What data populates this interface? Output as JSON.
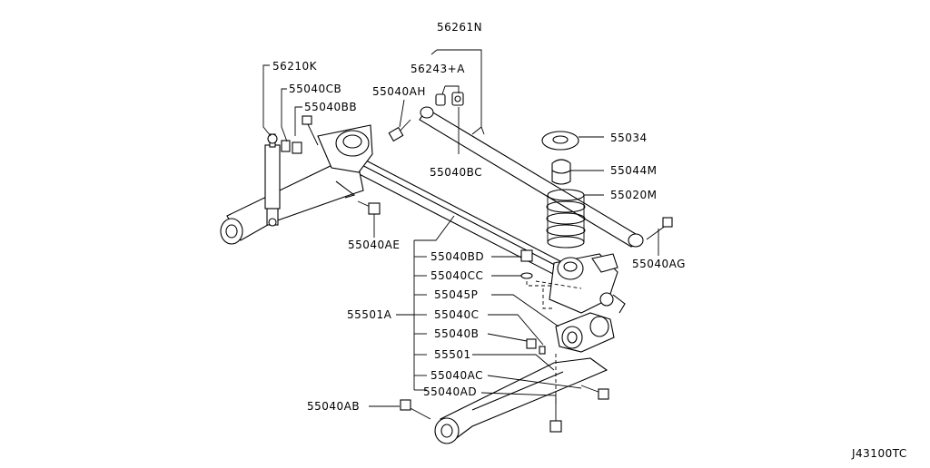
{
  "diagram_code": "J43100TC",
  "labels": {
    "56261N": "56261N",
    "56243A": "56243+A",
    "56210K": "56210K",
    "55040CB": "55040CB",
    "55040BB": "55040BB",
    "55040AH": "55040AH",
    "55040BC": "55040BC",
    "55034": "55034",
    "55044M": "55044M",
    "55020M": "55020M",
    "55040AG": "55040AG",
    "55040AE": "55040AE",
    "55040BD": "55040BD",
    "55040CC": "55040CC",
    "55045P": "55045P",
    "55501A": "55501A",
    "55040C": "55040C",
    "55040B": "55040B",
    "55501": "55501",
    "55040AC": "55040AC",
    "55040AD": "55040AD",
    "55040AB": "55040AB"
  }
}
